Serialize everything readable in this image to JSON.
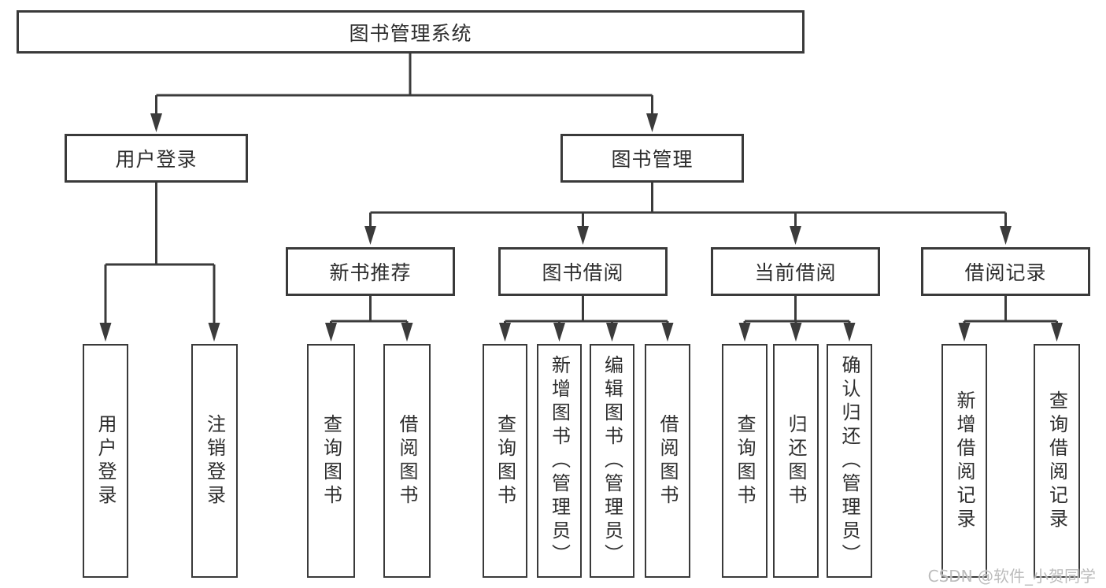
{
  "diagram_title": "图书管理系统",
  "colors": {
    "line": "#3b3b3b",
    "box_border": "#3a3a3a",
    "text": "#2e2e2e",
    "background": "#ffffff",
    "watermark": "#bcbcbc"
  },
  "nodes": {
    "root": {
      "label": "图书管理系统"
    },
    "user_login": {
      "label": "用户登录"
    },
    "book_management": {
      "label": "图书管理"
    },
    "new_book_recommend": {
      "label": "新书推荐"
    },
    "book_borrow": {
      "label": "图书借阅"
    },
    "current_borrow": {
      "label": "当前借阅"
    },
    "borrow_record": {
      "label": "借阅记录"
    },
    "leaf_user_login": {
      "label": "用户登录"
    },
    "leaf_logout": {
      "label": "注销登录"
    },
    "leaf_nb_query": {
      "label": "查询图书"
    },
    "leaf_nb_borrow": {
      "label": "借阅图书"
    },
    "leaf_bb_query": {
      "label": "查询图书"
    },
    "leaf_bb_add": {
      "label": "新增图书（管理员）"
    },
    "leaf_bb_edit": {
      "label": "编辑图书（管理员）"
    },
    "leaf_bb_borrow": {
      "label": "借阅图书"
    },
    "leaf_cb_query": {
      "label": "查询图书"
    },
    "leaf_cb_return": {
      "label": "归还图书"
    },
    "leaf_cb_confirm": {
      "label": "确认归还（管理员）"
    },
    "leaf_br_add": {
      "label": "新增借阅记录"
    },
    "leaf_br_query": {
      "label": "查询借阅记录"
    }
  },
  "watermark": "CSDN @软件_小贺同学"
}
